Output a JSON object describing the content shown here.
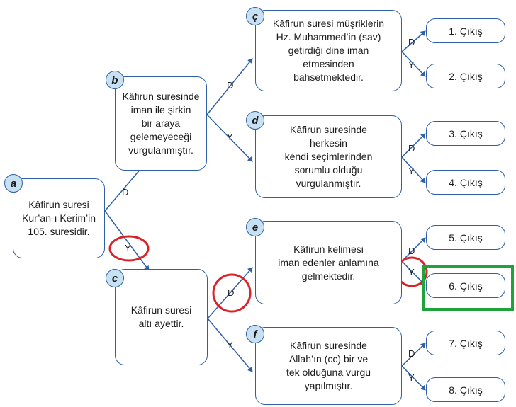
{
  "nodes": {
    "a": {
      "letter": "a",
      "text": "Kâfirun suresi\nKur’an-ı Kerim’in\n105. suresidir."
    },
    "b": {
      "letter": "b",
      "text": "Kâfirun suresinde\niman ile şirkin\nbir araya\ngelemeyeceği\nvurgulanmıştır."
    },
    "c": {
      "letter": "c",
      "text": "Kâfirun suresi\naltı ayettir."
    },
    "cc": {
      "letter": "ç",
      "text": "Kâfirun suresi müşriklerin\nHz. Muhammed’in (sav)\ngetirdiği dine iman\netmesinden\nbahsetmektedir."
    },
    "d": {
      "letter": "d",
      "text": "Kâfirun suresinde\nherkesin\nkendi seçimlerinden\nsorumlu olduğu\nvurgulanmıştır."
    },
    "e": {
      "letter": "e",
      "text": "Kâfirun kelimesi\niman edenler anlamına\ngelmektedir."
    },
    "f": {
      "letter": "f",
      "text": "Kâfirun suresinde\nAllah’ın (cc) bir ve\ntek olduğuna vurgu\nyapılmıştır."
    }
  },
  "exits": [
    "1. Çıkış",
    "2. Çıkış",
    "3. Çıkış",
    "4. Çıkış",
    "5. Çıkış",
    "6. Çıkış",
    "7. Çıkış",
    "8. Çıkış"
  ],
  "branch_labels": {
    "yes": "D",
    "no": "Y"
  },
  "colors": {
    "line": "#2f5fa6",
    "badge_fill": "#c7e0f2",
    "highlight_circle": "#d9232a",
    "answer_box": "#20a33a"
  }
}
